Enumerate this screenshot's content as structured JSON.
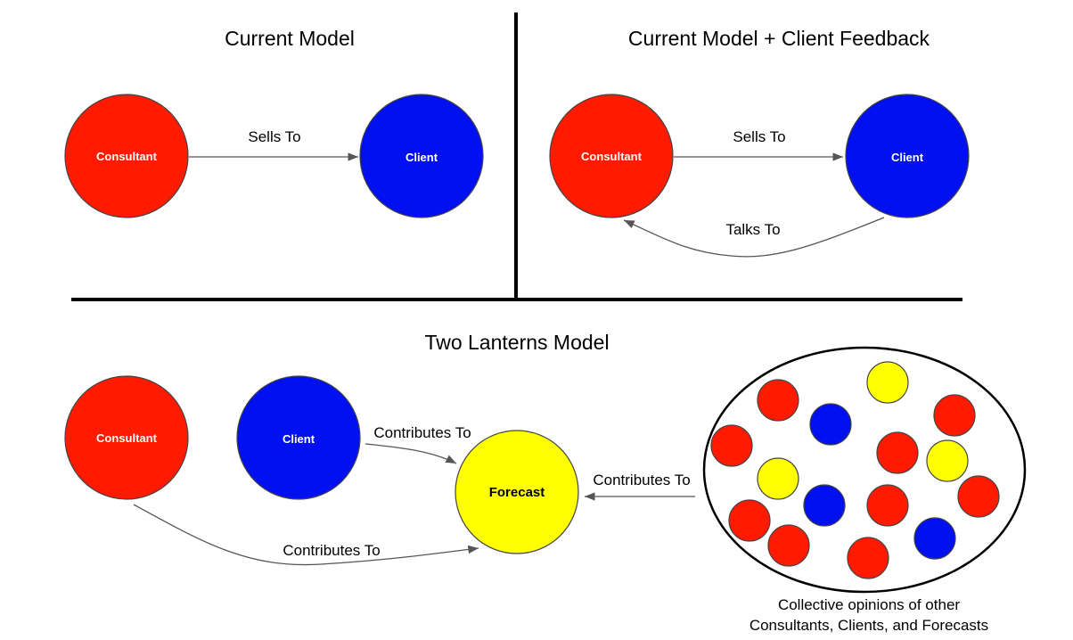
{
  "colors": {
    "consultant": "#ff1a00",
    "client": "#0010f0",
    "forecast": "#ffff00",
    "divider": "#000000"
  },
  "panels": {
    "current_model": {
      "title": "Current Model",
      "consultant_label": "Consultant",
      "client_label": "Client",
      "edge_sells_to": "Sells To"
    },
    "feedback_model": {
      "title": "Current Model + Client Feedback",
      "consultant_label": "Consultant",
      "client_label": "Client",
      "edge_sells_to": "Sells To",
      "edge_talks_to": "Talks To"
    },
    "two_lanterns": {
      "title": "Two Lanterns Model",
      "consultant_label": "Consultant",
      "client_label": "Client",
      "forecast_label": "Forecast",
      "edge_client_to_forecast": "Contributes To",
      "edge_consultant_to_forecast": "Contributes To",
      "edge_collective_to_forecast": "Contributes To",
      "caption_line1": "Collective opinions of other",
      "caption_line2": "Consultants, Clients, and Forecasts"
    }
  }
}
